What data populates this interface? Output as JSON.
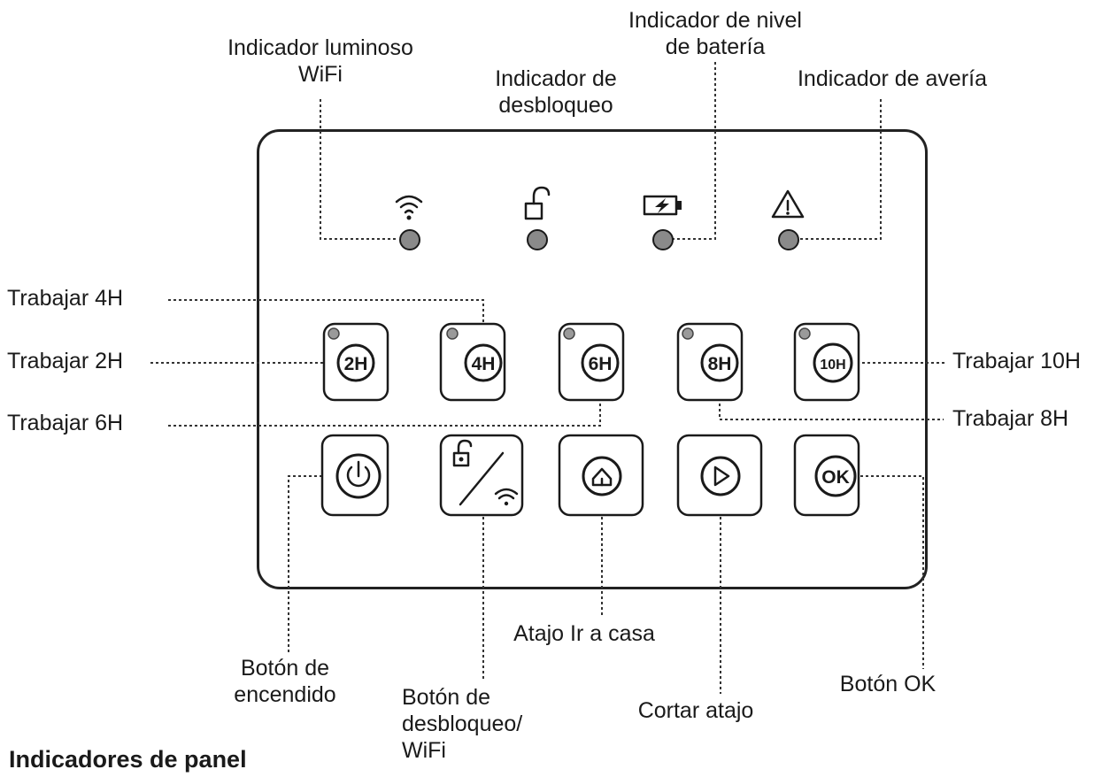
{
  "title": "Indicadores de panel",
  "indicator_labels": {
    "wifi": "Indicador luminoso\nWiFi",
    "unlock": "Indicador de\ndesbloqueo",
    "battery": "Indicador de nivel\nde batería",
    "fault": "Indicador de avería"
  },
  "timer_buttons": [
    "2H",
    "4H",
    "6H",
    "8H",
    "10H"
  ],
  "timer_labels": {
    "h2": "Trabajar 2H",
    "h4": "Trabajar 4H",
    "h6": "Trabajar 6H",
    "h8": "Trabajar 8H",
    "h10": "Trabajar 10H"
  },
  "function_labels": {
    "power": "Botón de\nencendido",
    "unlock_wifi": "Botón de\ndesbloqueo/\nWiFi",
    "home": "Atajo Ir a casa",
    "cut": "Cortar atajo",
    "ok": "Botón OK"
  },
  "ok_glyph": "OK",
  "icons": [
    "wifi-icon",
    "unlock-icon",
    "battery-icon",
    "fault-warning-icon",
    "power-icon",
    "unlock-wifi-icon",
    "home-icon",
    "play-icon"
  ],
  "colors": {
    "led": "#8a8a8a",
    "line": "#333333",
    "stroke": "#1a1a1a"
  }
}
